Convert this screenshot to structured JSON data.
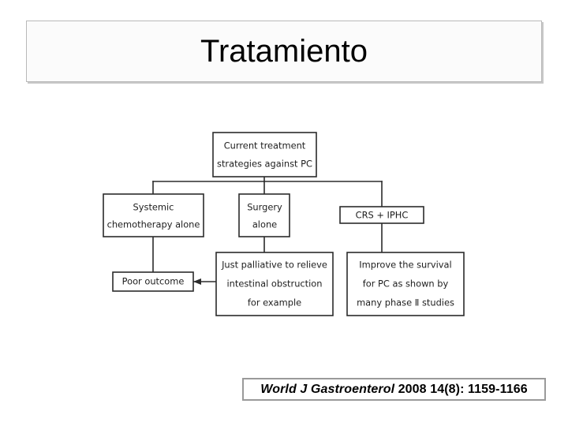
{
  "slide": {
    "title": "Tratamiento",
    "background_color": "#ffffff"
  },
  "citation": {
    "journal": "World J Gastroenterol",
    "details": " 2008 14(8): 1159-1166"
  },
  "diagram": {
    "type": "flowchart",
    "line_color": "#2b2b2b",
    "box_fill": "#ffffff",
    "nodes": [
      {
        "id": "root",
        "lines": [
          "Current treatment",
          "strategies against PC"
        ]
      },
      {
        "id": "systemic-chemotherapy",
        "lines": [
          "Systemic",
          "chemotherapy alone"
        ]
      },
      {
        "id": "surgery",
        "lines": [
          "Surgery",
          "alone"
        ]
      },
      {
        "id": "crs-iphc",
        "lines": [
          "CRS + IPHC"
        ]
      },
      {
        "id": "poor-outcome",
        "lines": [
          "Poor outcome"
        ]
      },
      {
        "id": "palliative",
        "lines": [
          "Just palliative to relieve",
          "intestinal obstruction",
          "for example"
        ]
      },
      {
        "id": "improve-survival",
        "lines": [
          "Improve the survival",
          "for PC as shown by",
          "many phase Ⅱ studies"
        ]
      }
    ],
    "edges": [
      {
        "from": "root",
        "to": "systemic-chemotherapy",
        "arrow": false
      },
      {
        "from": "root",
        "to": "surgery",
        "arrow": false
      },
      {
        "from": "root",
        "to": "crs-iphc",
        "arrow": false
      },
      {
        "from": "systemic-chemotherapy",
        "to": "poor-outcome",
        "arrow": false
      },
      {
        "from": "surgery",
        "to": "palliative",
        "arrow": false
      },
      {
        "from": "crs-iphc",
        "to": "improve-survival",
        "arrow": false
      },
      {
        "from": "palliative",
        "to": "poor-outcome",
        "arrow": true
      }
    ]
  }
}
